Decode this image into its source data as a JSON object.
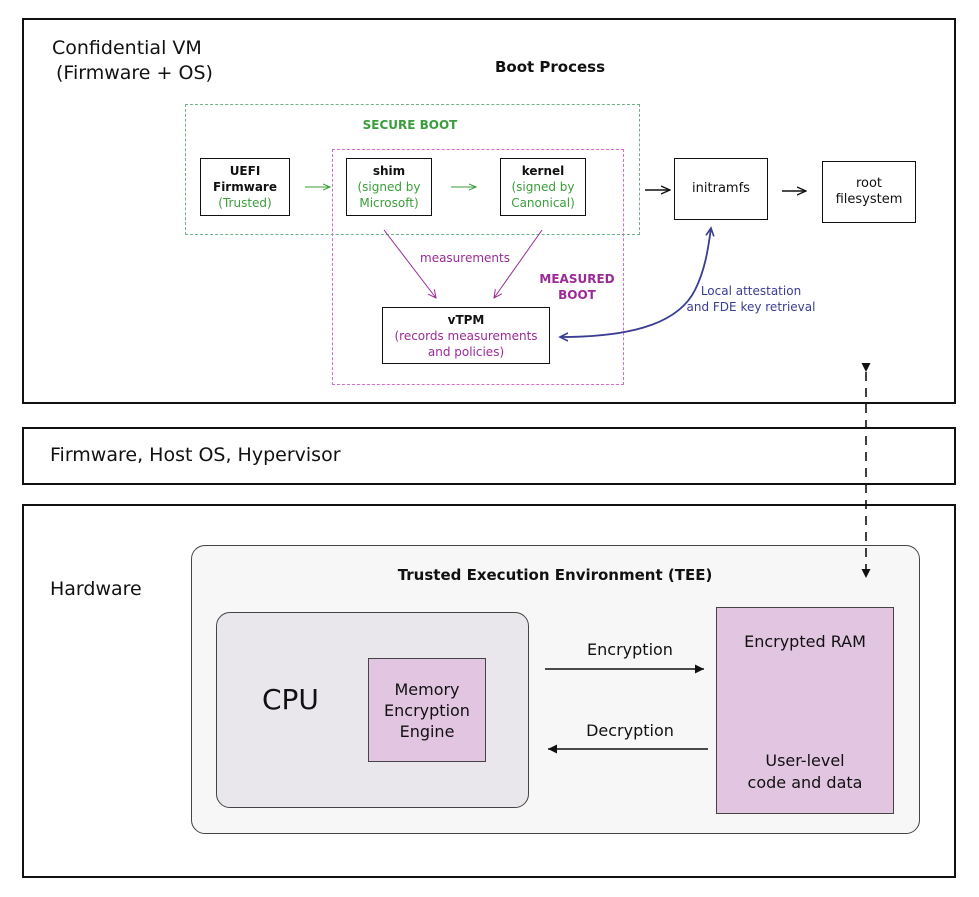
{
  "layers": {
    "vm": {
      "title_line1": "Confidential VM",
      "title_line2": "(Firmware + OS)",
      "heading": "Boot Process"
    },
    "host": {
      "title": "Firmware, Host OS, Hypervisor"
    },
    "hardware": {
      "title": "Hardware"
    }
  },
  "boot": {
    "secure_boot_label": "SECURE BOOT",
    "measured_boot_line1": "MEASURED",
    "measured_boot_line2": "BOOT",
    "uefi": {
      "line1": "UEFI",
      "line2": "Firmware",
      "note": "(Trusted)"
    },
    "shim": {
      "name": "shim",
      "note1": "(signed by",
      "note2": "Microsoft)"
    },
    "kernel": {
      "name": "kernel",
      "note1": "(signed by",
      "note2": "Canonical)"
    },
    "initramfs": {
      "name": "initramfs"
    },
    "rootfs": {
      "line1": "root",
      "line2": "filesystem"
    },
    "measurements_label": "measurements",
    "vtpm": {
      "name": "vTPM",
      "note1": "(records measurements",
      "note2": "and policies)"
    },
    "attestation": {
      "line1": "Local attestation",
      "line2": "and FDE key retrieval"
    }
  },
  "tee": {
    "title": "Trusted Execution Environment (TEE)",
    "cpu_label": "CPU",
    "mee": {
      "line1": "Memory",
      "line2": "Encryption",
      "line3": "Engine"
    },
    "encryption_label": "Encryption",
    "decryption_label": "Decryption",
    "ram": {
      "title": "Encrypted RAM",
      "line1": "User-level",
      "line2": "code and data"
    }
  },
  "colors": {
    "secure_boot": "#3a9e3a",
    "measured_boot": "#9b2a98",
    "attestation": "#3a3d93",
    "ram_fill": "#e2c5e1",
    "cpu_fill": "#e9e7ec",
    "tee_fill": "#f7f7f7"
  }
}
